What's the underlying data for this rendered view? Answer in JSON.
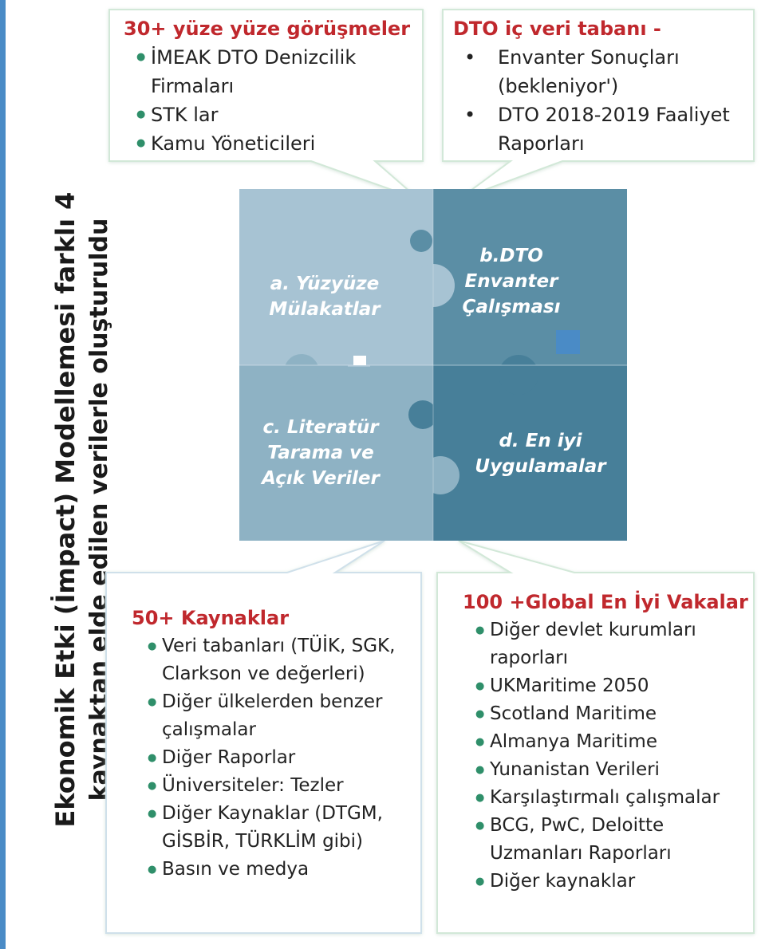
{
  "vertical_title": {
    "line1": "Ekonomik Etki (İmpact) Modellemesi  farklı 4",
    "line2": "kaynaktan elde edilen  verilerle oluşturuldu"
  },
  "box_tl": {
    "title": "30+ yüze yüze görüşmeler",
    "items": [
      "İMEAK DTO Denizcilik Firmaları",
      "STK lar",
      "Kamu Yöneticileri"
    ]
  },
  "box_tr": {
    "title": "DTO iç veri tabanı  -",
    "items": [
      "Envanter Sonuçları (bekleniyor')",
      "DTO 2018-2019 Faaliyet Raporları"
    ]
  },
  "puzzle": {
    "a": "a. Yüzyüze Mülakatlar",
    "b": "b.DTO Envanter Çalışması",
    "c": "c. Literatür Tarama ve Açık Veriler",
    "d": "d. En iyi Uygulamalar"
  },
  "box_bl": {
    "title": "50+ Kaynaklar",
    "items": [
      "Veri tabanları (TÜİK, SGK, Clarkson ve değerleri)",
      "Diğer ülkelerden benzer çalışmalar",
      "Diğer Raporlar",
      "Üniversiteler: Tezler",
      "Diğer Kaynaklar (DTGM, GİSBİR, TÜRKLİM gibi)",
      "Basın ve medya"
    ]
  },
  "box_br": {
    "title": "100 +Global  En İyi Vakalar",
    "items": [
      "Diğer devlet kurumları raporları",
      "UKMaritime 2050",
      "Scotland Maritime",
      "Almanya Maritime",
      "Yunanistan Verileri",
      "Karşılaştırmalı çalışmalar",
      "BCG, PwC, Deloitte Uzmanları Raporları",
      "Diğer kaynaklar"
    ]
  },
  "colors": {
    "title_red": "#c0282d",
    "bullet_green": "#2f8f6a",
    "piece_a": "#a7c3d3",
    "piece_b": "#5b8ea5",
    "piece_c": "#8eb2c4",
    "piece_d": "#477f99",
    "box_border": "#cfe6d4",
    "accent_blue": "#4a8bc6"
  }
}
